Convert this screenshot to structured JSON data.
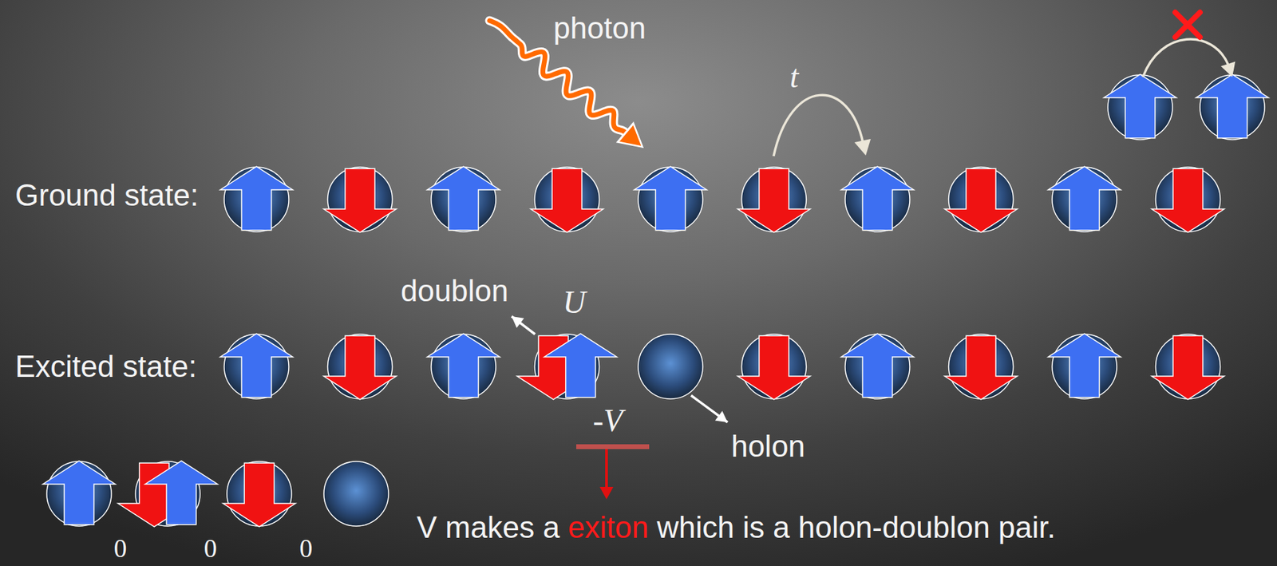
{
  "diagram": {
    "labels": [
      "photon",
      "t",
      "Ground state:",
      "doublon",
      "U",
      "Excited state:",
      "holon",
      "-V",
      "V makes a",
      "exiton",
      "which is a holon-doublon pair.",
      "0",
      "0",
      "0"
    ]
  }
}
